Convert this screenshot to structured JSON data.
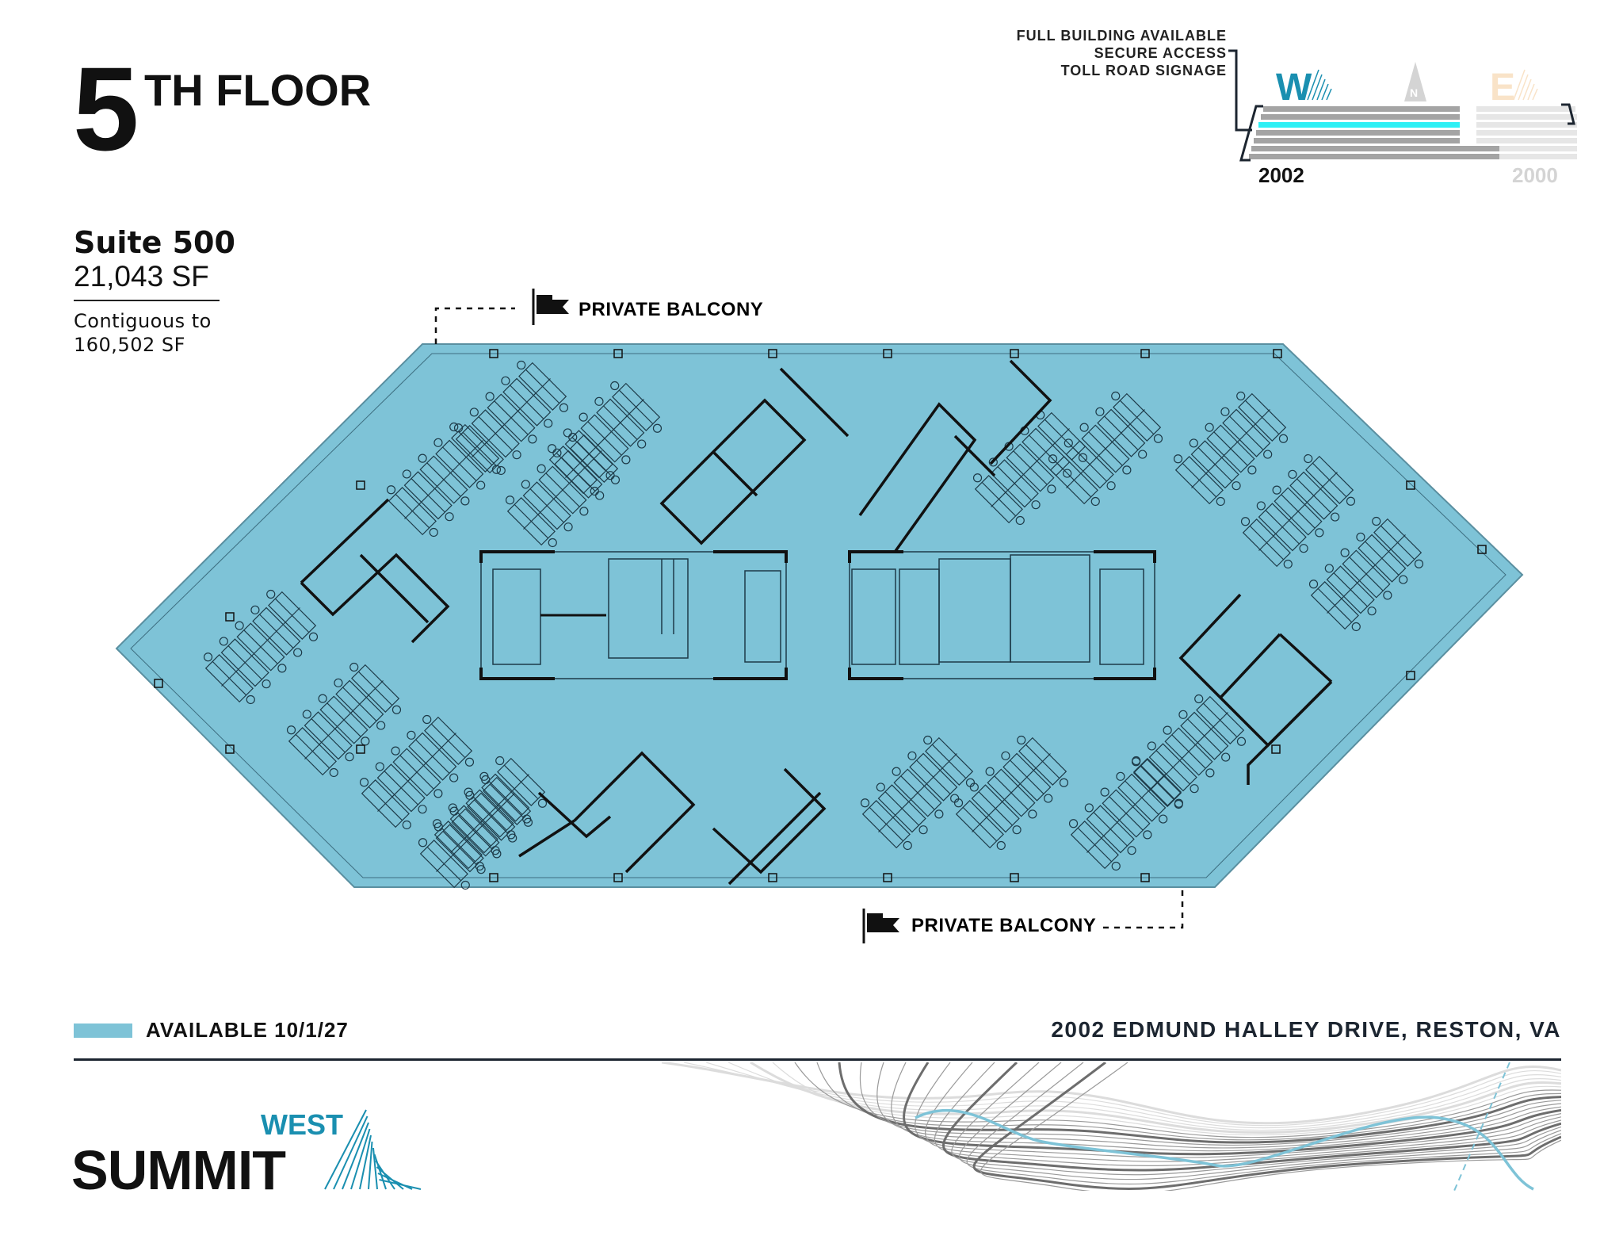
{
  "header": {
    "floor_number": "5",
    "floor_suffix": "TH FLOOR"
  },
  "suite": {
    "name": "Suite 500",
    "area": "21,043 SF",
    "contiguous_line1": "Contiguous to",
    "contiguous_line2": "160,502 SF"
  },
  "building_features": [
    "FULL BUILDING AVAILABLE",
    "SECURE ACCESS",
    "TOLL ROAD SIGNAGE"
  ],
  "building_key": {
    "west_letter": "W",
    "north_letter": "N",
    "east_letter": "E",
    "west_building": "2002",
    "east_building": "2000",
    "highlighted_floor": 5,
    "colors": {
      "west": "#1a8fb0",
      "highlight": "#2ef0f5",
      "floors_west": "#a4a4a4",
      "floors_east": "#e6e6e6",
      "east_letter": "#f9e3c8"
    }
  },
  "floor_plan": {
    "fill_color": "#7ec3d7",
    "balcony_top": "PRIVATE BALCONY",
    "balcony_bottom": "PRIVATE BALCONY"
  },
  "legend": {
    "swatch_color": "#7ec3d7",
    "label": "AVAILABLE 10/1/27"
  },
  "address": "2002 EDMUND HALLEY DRIVE, RESTON, VA",
  "logo": {
    "west": "WEST",
    "summit": "SUMMIT",
    "accent": "#1a8fb0"
  }
}
